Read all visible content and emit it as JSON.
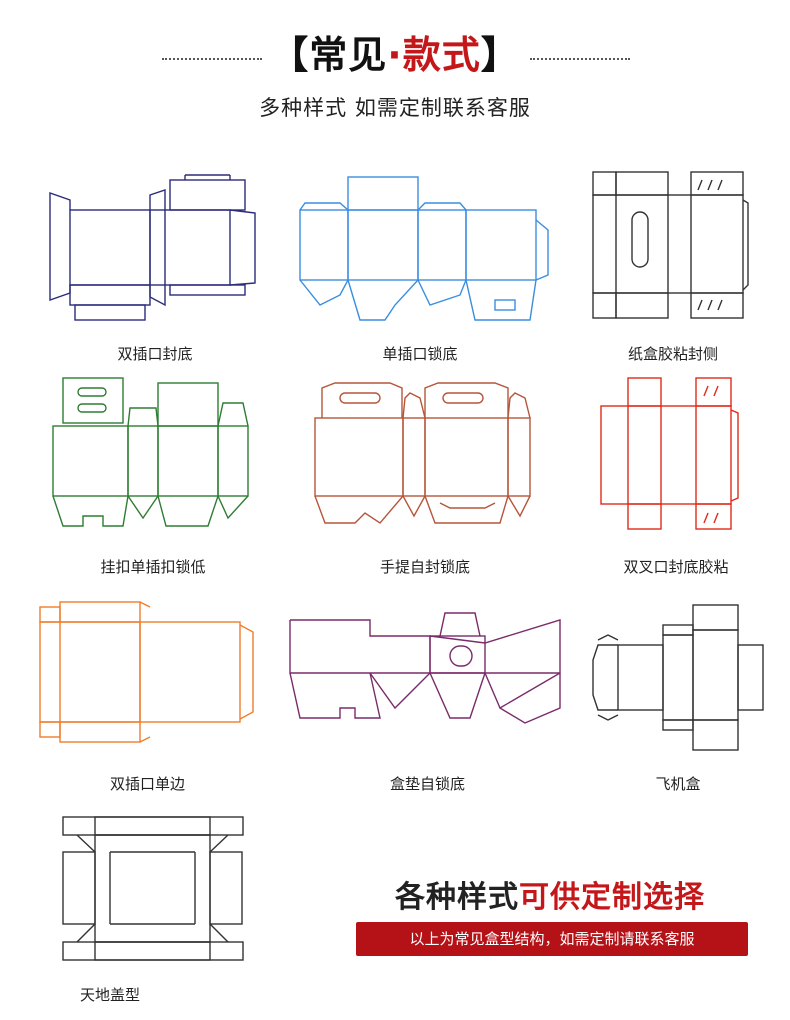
{
  "header": {
    "title_left_bracket": "【",
    "title_black": "常见",
    "title_dot": "·",
    "title_red": "款式",
    "title_right_bracket": "】",
    "subtitle": "多种样式 如需定制联系客服"
  },
  "boxes": [
    {
      "label": "双插口封底",
      "color": "#2b2c7a"
    },
    {
      "label": "单插口锁底",
      "color": "#3a8ee0"
    },
    {
      "label": "纸盒胶粘封侧",
      "color": "#333333"
    },
    {
      "label": "挂扣单插扣锁低",
      "color": "#2e7d32"
    },
    {
      "label": "手提自封锁底",
      "color": "#b5563a"
    },
    {
      "label": "双叉口封底胶粘",
      "color": "#e02a1a"
    },
    {
      "label": "双插口单边",
      "color": "#f07d2a"
    },
    {
      "label": "盒垫自锁底",
      "color": "#7a2b6a"
    },
    {
      "label": "飞机盒",
      "color": "#333333"
    },
    {
      "label": "天地盖型",
      "color": "#333333"
    }
  ],
  "promo": {
    "main_black": "各种样式",
    "main_red": "可供定制选择",
    "bar_text": "以上为常见盒型结构，如需定制请联系客服"
  }
}
